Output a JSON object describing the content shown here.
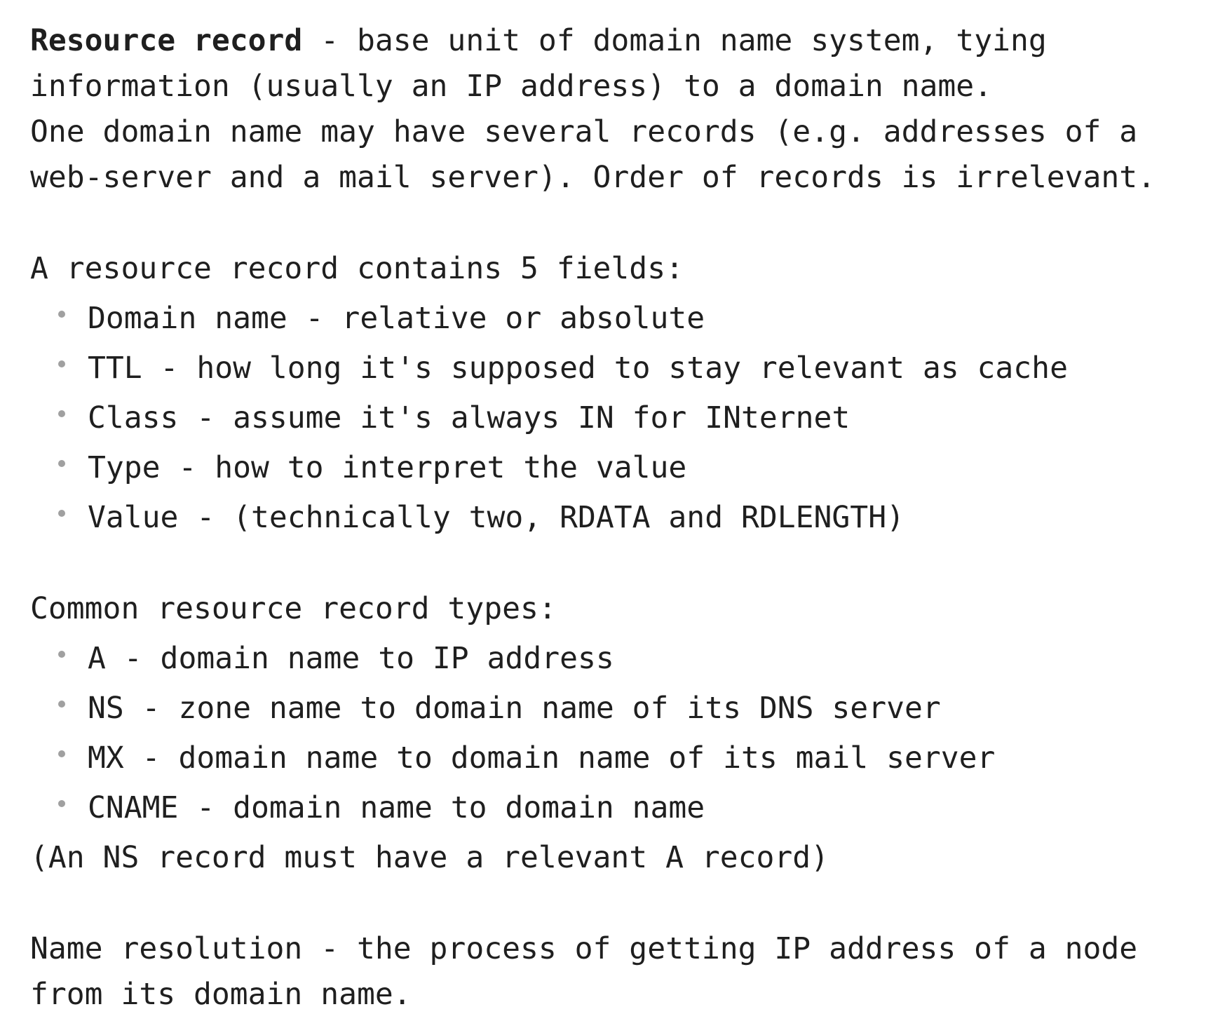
{
  "page": {
    "background": "#ffffff",
    "text_color": "#1f1f1f",
    "bullet_color": "#a0a0a0"
  },
  "intro": {
    "term": "Resource record",
    "line1_rest": " - base unit of domain name system, tying",
    "line2": "information (usually an IP address) to a domain name.",
    "line3": "One domain name may have several records (e.g. addresses of a",
    "line4": "web-server and a mail server). Order of records is irrelevant."
  },
  "fields": {
    "heading": "A resource record contains 5 fields:",
    "items": [
      "Domain name - relative or absolute",
      "TTL - how long it's supposed to stay relevant as cache",
      "Class - assume it's always IN for INternet",
      "Type - how to interpret the value",
      "Value - (technically two, RDATA and RDLENGTH)"
    ]
  },
  "types": {
    "heading": "Common resource record types:",
    "items": [
      "A - domain name to IP address",
      "NS - zone name to domain name of its DNS server",
      "MX - domain name to domain name of its mail server",
      "CNAME - domain name to domain name"
    ],
    "note": "(An NS record must have a relevant A record)"
  },
  "resolution": {
    "line1": "Name resolution - the process of getting IP address of a node",
    "line2": "from its domain name."
  }
}
